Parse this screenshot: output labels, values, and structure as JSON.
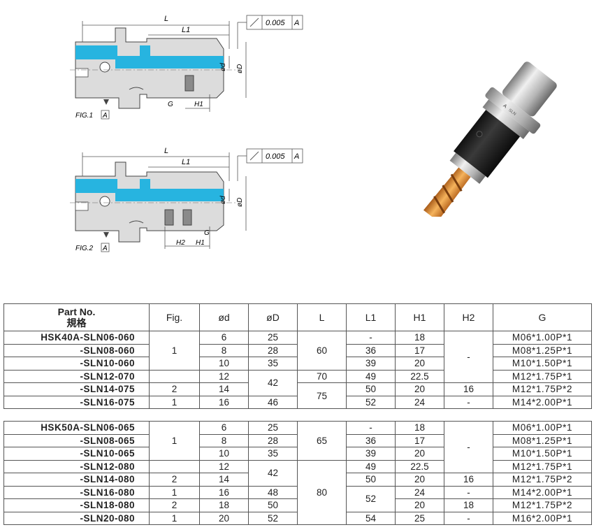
{
  "figures": {
    "fig1": {
      "label": "FIG.1",
      "ref": "A",
      "tolerance": "0.005",
      "datum": "A",
      "dims": {
        "L": "L",
        "L1": "L1",
        "od": "ød",
        "oD": "øD",
        "G": "G",
        "H1": "H1"
      }
    },
    "fig2": {
      "label": "FIG.2",
      "ref": "A",
      "tolerance": "0.005",
      "datum": "A",
      "dims": {
        "L": "L",
        "L1": "L1",
        "od": "ød",
        "oD": "øD",
        "G": "G",
        "H1": "H1",
        "H2": "H2"
      }
    }
  },
  "photo": {
    "marking": "A",
    "engraving": "SLN"
  },
  "colors": {
    "coolant_channel": "#27b4e0",
    "body": "#d9d9d9",
    "outline": "#444444",
    "tool": "#e69a3a"
  },
  "table": {
    "headers": {
      "part_line1": "Part No.",
      "part_line2": "規格",
      "fig": "Fig.",
      "od": "ød",
      "oD": "øD",
      "L": "L",
      "L1": "L1",
      "H1": "H1",
      "H2": "H2",
      "G": "G"
    },
    "group1": [
      {
        "part": "HSK40A-SLN06-060",
        "fig": "1",
        "d": "6",
        "D": "25",
        "L": "60",
        "L1": "-",
        "H1": "18",
        "H2": "-",
        "G": "M06*1.00P*1"
      },
      {
        "part": "-SLN08-060",
        "d": "8",
        "D": "28",
        "L1": "36",
        "H1": "17",
        "G": "M08*1.25P*1"
      },
      {
        "part": "-SLN10-060",
        "d": "10",
        "D": "35",
        "L1": "39",
        "H1": "20",
        "G": "M10*1.50P*1"
      },
      {
        "part": "-SLN12-070",
        "d": "12",
        "D": "42",
        "L": "70",
        "L1": "49",
        "H1": "22.5",
        "G": "M12*1.75P*1"
      },
      {
        "part": "-SLN14-075",
        "fig": "2",
        "d": "14",
        "L": "75",
        "L1": "50",
        "H1": "20",
        "H2": "16",
        "G": "M12*1.75P*2"
      },
      {
        "part": "-SLN16-075",
        "fig": "1",
        "d": "16",
        "D": "46",
        "L1": "52",
        "H1": "24",
        "H2": "-",
        "G": "M14*2.00P*1"
      }
    ],
    "group2": [
      {
        "part": "HSK50A-SLN06-065",
        "fig": "1",
        "d": "6",
        "D": "25",
        "L": "65",
        "L1": "-",
        "H1": "18",
        "H2": "-",
        "G": "M06*1.00P*1"
      },
      {
        "part": "-SLN08-065",
        "d": "8",
        "D": "28",
        "L1": "36",
        "H1": "17",
        "G": "M08*1.25P*1"
      },
      {
        "part": "-SLN10-065",
        "d": "10",
        "D": "35",
        "L1": "39",
        "H1": "20",
        "G": "M10*1.50P*1"
      },
      {
        "part": "-SLN12-080",
        "d": "12",
        "D": "42",
        "L": "80",
        "L1": "49",
        "H1": "22.5",
        "G": "M12*1.75P*1"
      },
      {
        "part": "-SLN14-080",
        "fig": "2",
        "d": "14",
        "L1": "50",
        "H1": "20",
        "H2": "16",
        "G": "M12*1.75P*2"
      },
      {
        "part": "-SLN16-080",
        "fig": "1",
        "d": "16",
        "D": "48",
        "L1": "52",
        "H1": "24",
        "H2": "-",
        "G": "M14*2.00P*1"
      },
      {
        "part": "-SLN18-080",
        "fig": "2",
        "d": "18",
        "D": "50",
        "H1": "20",
        "H2": "18",
        "G": "M12*1.75P*2"
      },
      {
        "part": "-SLN20-080",
        "fig": "1",
        "d": "20",
        "D": "52",
        "L1": "54",
        "H1": "25",
        "H2": "-",
        "G": "M16*2.00P*1"
      }
    ]
  }
}
